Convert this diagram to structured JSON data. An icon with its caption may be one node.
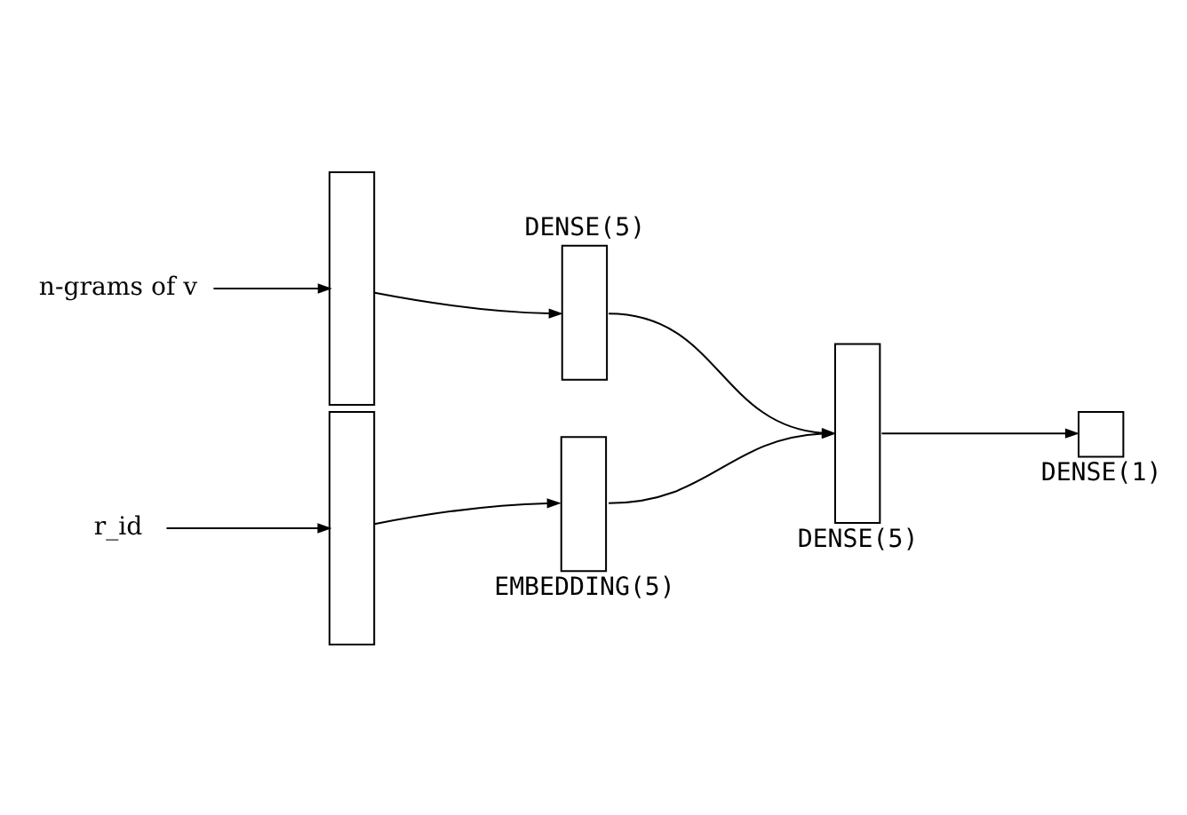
{
  "diagram": {
    "nodes": [
      {
        "text": [
          "n-grams of v"
        ]
      },
      {
        "text": [],
        "shape": "box"
      },
      {
        "text": [
          "r_id"
        ]
      },
      {
        "text": [],
        "shape": "box"
      },
      {
        "text": [
          "DENSE(5)"
        ]
      },
      {
        "text": [
          "EMBEDDING(5)"
        ]
      },
      {
        "text": [
          "DENSE(5)"
        ]
      },
      {
        "text": [
          "DENSE(1)"
        ]
      }
    ],
    "edges": [
      {
        "from": 0,
        "to": 1,
        "arrow": "to"
      },
      {
        "from": 2,
        "to": 3,
        "arrow": "to"
      },
      {
        "from": 1,
        "to": 4,
        "arrow": "to"
      },
      {
        "from": 3,
        "to": 5,
        "arrow": "to"
      },
      {
        "from": 4,
        "to": 6,
        "arrow": "to"
      },
      {
        "from": 5,
        "to": 6,
        "arrow": "to"
      },
      {
        "from": 6,
        "to": 7,
        "arrow": "to"
      }
    ]
  }
}
